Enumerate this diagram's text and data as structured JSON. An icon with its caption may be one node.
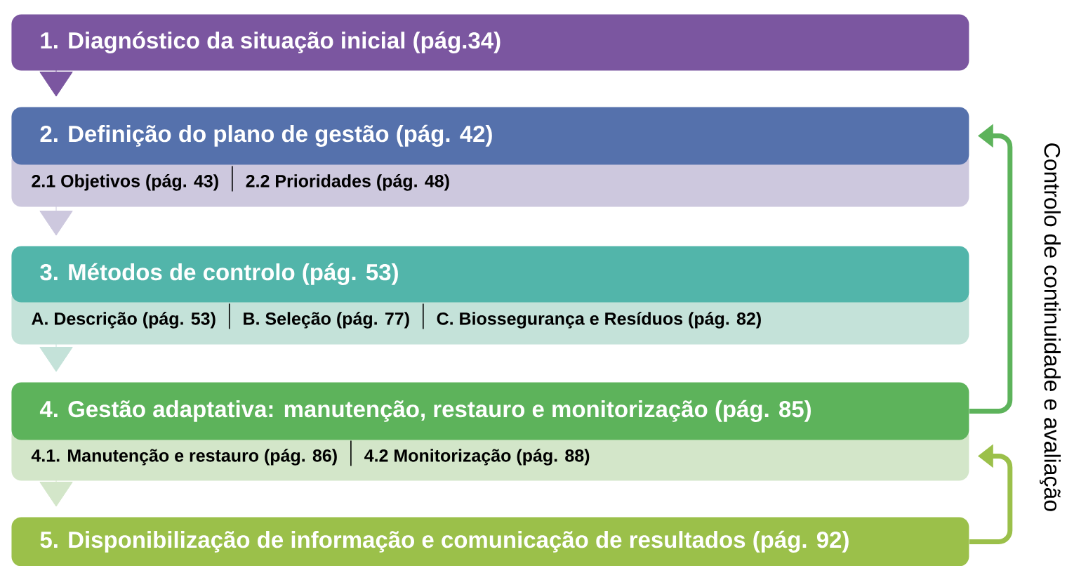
{
  "diagram": {
    "nodes": [
      {
        "text": [
          "1. Diagnóstico da situação inicial (pág.34)"
        ]
      },
      {
        "text": [
          "2. Definição do plano de gestão (pág. 42)"
        ]
      },
      {
        "text": [
          "2.1 Objetivos (pág. 43)",
          "2.2 Prioridades (pág. 48)"
        ]
      },
      {
        "text": [
          "3. Métodos de controlo (pág. 53)"
        ]
      },
      {
        "text": [
          "A. Descrição (pág. 53)",
          "B. Seleção (pág. 77)",
          "C. Biossegurança e Resíduos (pág. 82)"
        ]
      },
      {
        "text": [
          "4. Gestão adaptativa: manutenção, restauro e monitorização (pág. 85)"
        ]
      },
      {
        "text": [
          "4.1. Manutenção e restauro (pág. 86)",
          "4.2 Monitorização (pág. 88)"
        ]
      },
      {
        "text": [
          "5. Disponibilização de informação e comunicação de resultados (pág. 92)"
        ]
      }
    ],
    "edges": [
      {
        "from": 0,
        "to": 1,
        "arrow": "to",
        "color": "#7b56a0"
      },
      {
        "from": 2,
        "to": 3,
        "arrow": "to",
        "color": "#cdc8de"
      },
      {
        "from": 4,
        "to": 5,
        "arrow": "to",
        "color": "#c4e2d9"
      },
      {
        "from": 6,
        "to": 7,
        "arrow": "to",
        "color": "#d3e6c9"
      },
      {
        "from": 5,
        "to": 1,
        "arrow": "to",
        "style": "thick",
        "color": "#5db35b"
      },
      {
        "from": 7,
        "to": 6,
        "arrow": "to",
        "style": "thick",
        "color": "#9bc04a"
      }
    ],
    "labels": [
      "Controlo de continuidade e avaliação"
    ]
  }
}
